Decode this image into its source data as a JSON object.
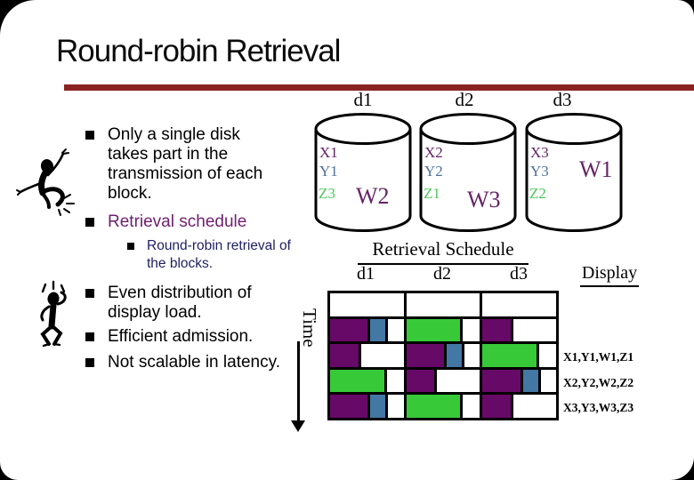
{
  "slide": {
    "title": "Round-robin Retrieval"
  },
  "colors": {
    "rule": "#8B2222",
    "purple": "#670967",
    "blue": "#4377A4",
    "green": "#38C938",
    "x_purple": "#662366",
    "y_blue": "#4C7198",
    "z_green": "#4EC75A",
    "w_purple": "#662366",
    "bullet_purple": "#702070",
    "bullet_navy": "#1F1F63"
  },
  "icons": {
    "figure_top": "jumping-stick-figure",
    "figure_bottom": "confused-stick-figure",
    "time_arrow": "down-arrow"
  },
  "bullets": [
    {
      "level": 1,
      "text": "Only a single disk takes part in the transmission of each block."
    },
    {
      "level": 1,
      "text": "Retrieval schedule"
    },
    {
      "level": 2,
      "text": "Round-robin retrieval of the blocks."
    },
    {
      "level": 1,
      "text": "Even distribution of display load."
    },
    {
      "level": 1,
      "text": "Efficient admission."
    },
    {
      "level": 1,
      "text": "Not scalable in latency."
    }
  ],
  "disks": [
    {
      "label": "d1",
      "x": "X1",
      "y": "Y1",
      "z": "Z3",
      "w": "W2"
    },
    {
      "label": "d2",
      "x": "X2",
      "y": "Y2",
      "z": "Z1",
      "w": "W3"
    },
    {
      "label": "d3",
      "x": "X3",
      "y": "Y3",
      "z": "Z2",
      "w": "W1"
    }
  ],
  "schedule": {
    "title": "Retrieval Schedule",
    "columns": [
      "d1",
      "d2",
      "d3"
    ],
    "display_header": "Display",
    "time_label": "Time",
    "rows": [
      {
        "cells": [
          [],
          [],
          []
        ],
        "display": ""
      },
      {
        "cells": [
          [
            "purple-lg",
            "blue"
          ],
          [
            "green"
          ],
          [
            "purple-sm"
          ]
        ],
        "display": ""
      },
      {
        "cells": [
          [
            "purple-sm"
          ],
          [
            "purple-lg",
            "blue"
          ],
          [
            "green"
          ]
        ],
        "display": "X1,Y1,W1,Z1"
      },
      {
        "cells": [
          [
            "green"
          ],
          [
            "purple-sm"
          ],
          [
            "purple-lg",
            "blue"
          ]
        ],
        "display": "X2,Y2,W2,Z2"
      },
      {
        "cells": [
          [
            "purple-lg",
            "blue"
          ],
          [
            "green"
          ],
          [
            "purple-sm"
          ]
        ],
        "display": "X3,Y3,W3,Z3"
      }
    ]
  }
}
